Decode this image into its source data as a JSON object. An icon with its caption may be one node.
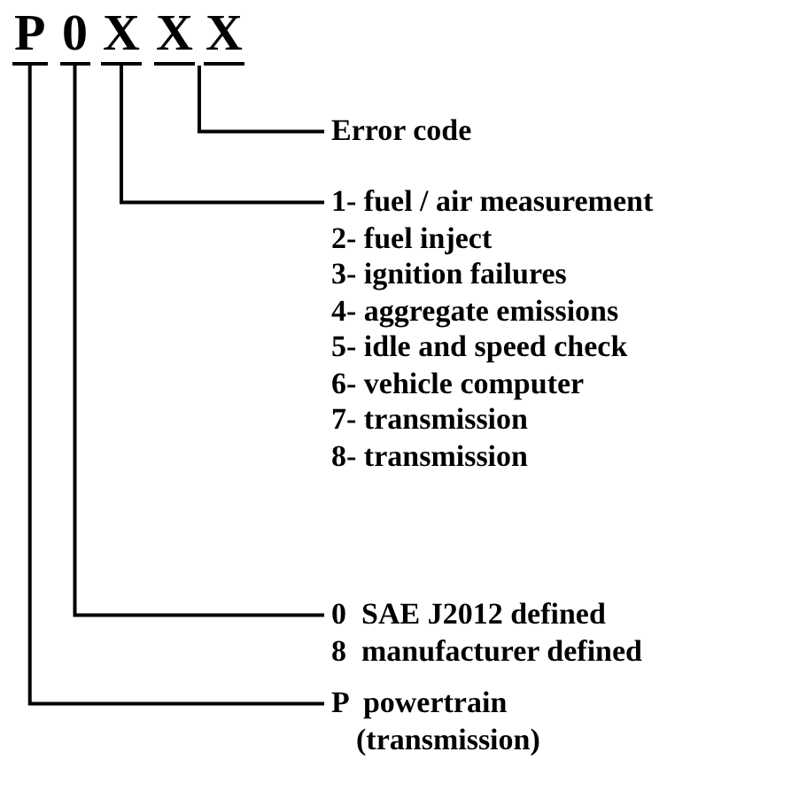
{
  "diagram": {
    "nodes": [
      {
        "text": [
          "P"
        ]
      },
      {
        "text": [
          "0"
        ]
      },
      {
        "text": [
          "X"
        ]
      },
      {
        "text": [
          "X"
        ]
      },
      {
        "text": [
          "X"
        ]
      },
      {
        "text": [
          "Error code"
        ]
      },
      {
        "text": [
          "1- fuel / air measurement",
          "2- fuel inject",
          "3- ignition failures",
          "4- aggregate emissions",
          "5- idle and speed check",
          "6- vehicle computer",
          "7- transmission",
          "8- transmission"
        ]
      },
      {
        "text": [
          "0  SAE J2012 defined",
          "8  manufacturer defined"
        ]
      },
      {
        "text": [
          "P  powertrain (transmission)"
        ]
      }
    ],
    "edges": [
      {
        "from": 5,
        "to": 3,
        "arrow": "none"
      },
      {
        "from": 5,
        "to": 4,
        "arrow": "none"
      },
      {
        "from": 6,
        "to": 2,
        "arrow": "none"
      },
      {
        "from": 7,
        "to": 1,
        "arrow": "none"
      },
      {
        "from": 8,
        "to": 0,
        "arrow": "none"
      }
    ]
  }
}
